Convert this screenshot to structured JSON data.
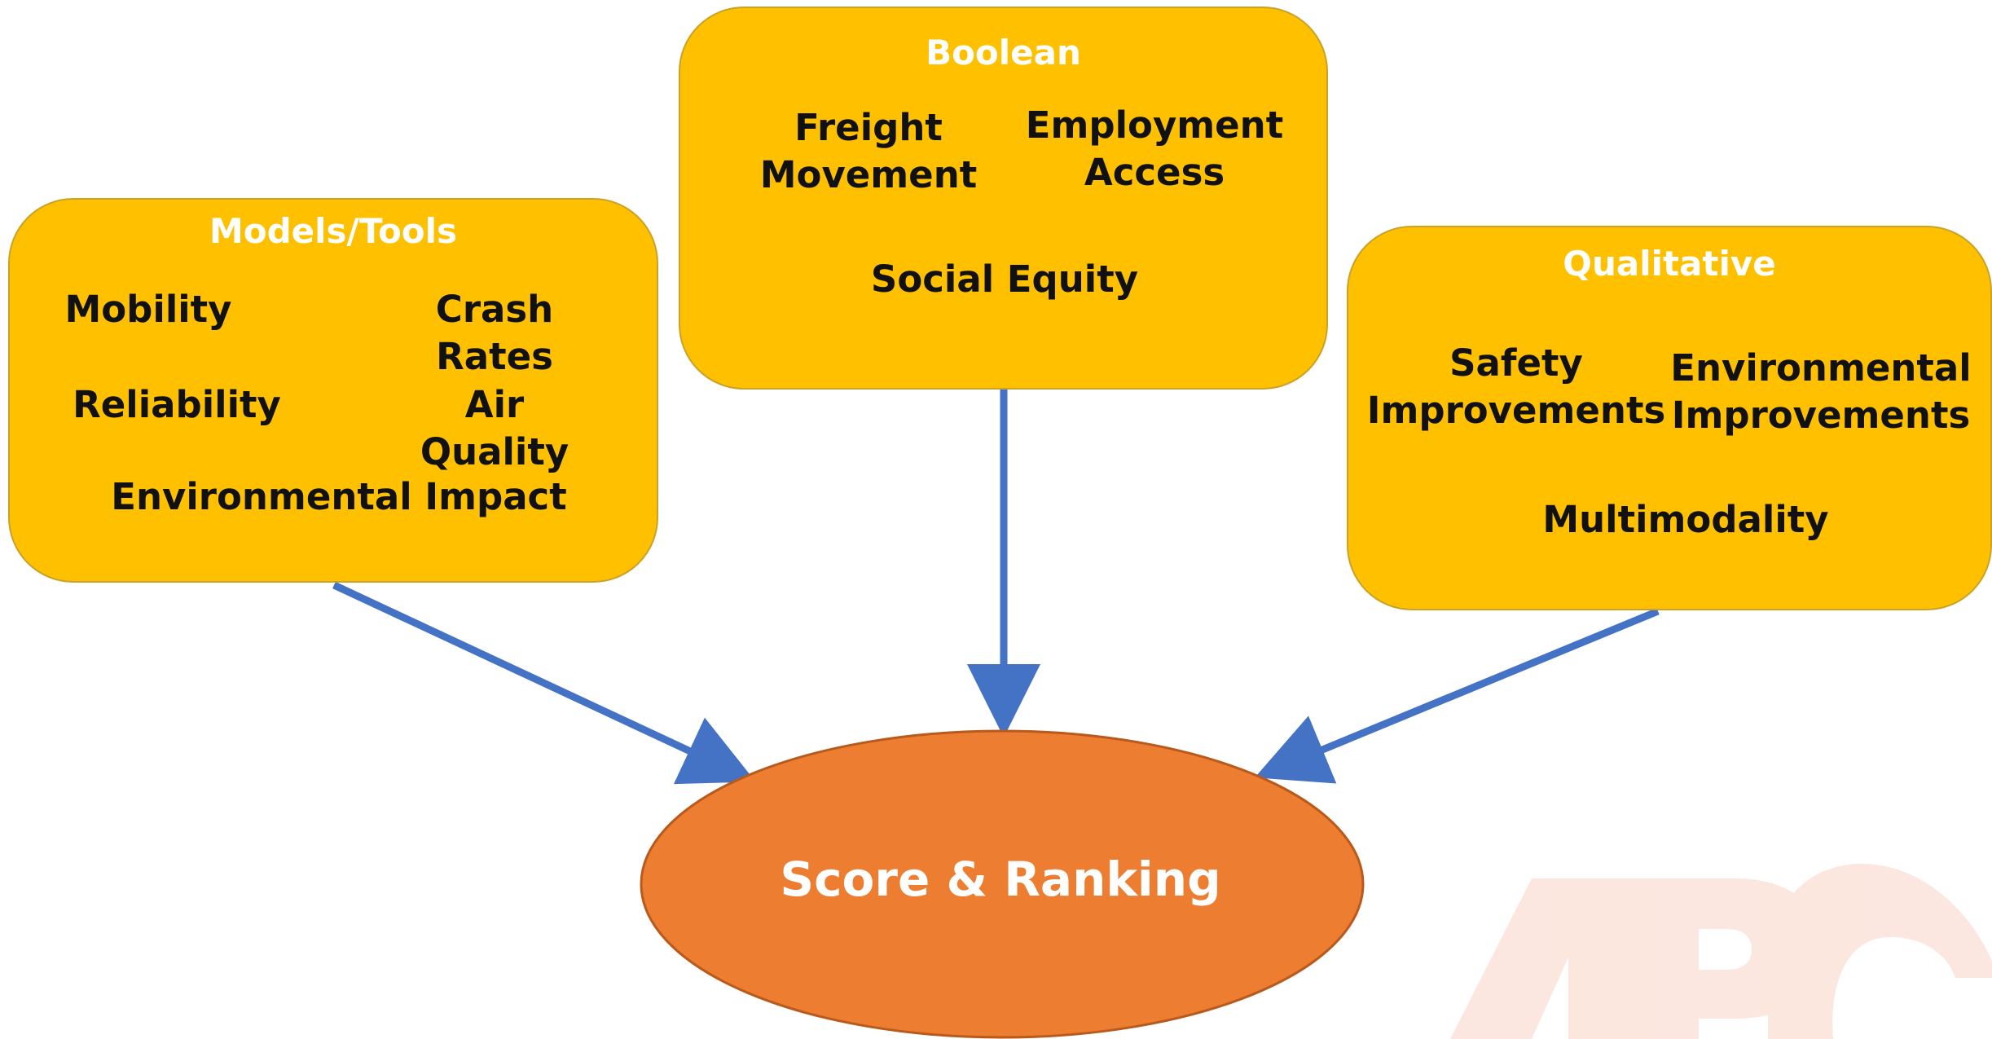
{
  "colors": {
    "box_fill": "#FFC000",
    "box_border": "#C9A227",
    "box_title_text": "#FFFFFF",
    "item_text": "#111111",
    "arrow": "#4472C4",
    "ellipse_fill": "#ED7D31",
    "ellipse_border": "#B85A1C",
    "watermark": "#FCE3DA"
  },
  "boxes": {
    "models_tools": {
      "title": "Models/Tools",
      "items": [
        "Mobility",
        "Crash Rates",
        "Reliability",
        "Air Quality",
        "Environmental Impact"
      ]
    },
    "boolean": {
      "title": "Boolean",
      "items": [
        "Freight\nMovement",
        "Employment\nAccess",
        "Social Equity"
      ]
    },
    "qualitative": {
      "title": "Qualitative",
      "items": [
        "Safety\nImprovements",
        "Environmental\nImprovements",
        "Multimodality"
      ]
    }
  },
  "result": {
    "label": "Score & Ranking"
  }
}
